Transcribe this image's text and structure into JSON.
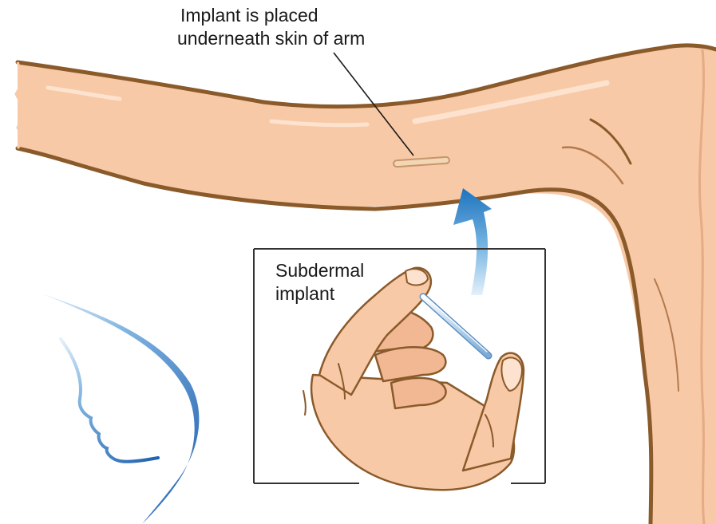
{
  "labels": {
    "implant_callout_line1": "Implant is placed",
    "implant_callout_line2": "underneath skin of arm",
    "subdermal_line1": "Subdermal",
    "subdermal_line2": "implant"
  },
  "colors": {
    "skin": "#f8c9a6",
    "skin_highlight": "#fde3cf",
    "skin_outline": "#8a5a2b",
    "skin_crease": "#b27a4e",
    "arrow_blue": "#1e73be",
    "arrow_light": "#d4e8f7",
    "profile_blue": "#2f6fb5",
    "implant_rod": "#bcd9f2",
    "implant_in_arm": "#f3d6b4",
    "frame": "#333333",
    "text": "#1a1a1a"
  },
  "icons": {
    "curved_arrow": "curved-up-arrow-icon",
    "profile_logo": "face-profile-icon"
  }
}
